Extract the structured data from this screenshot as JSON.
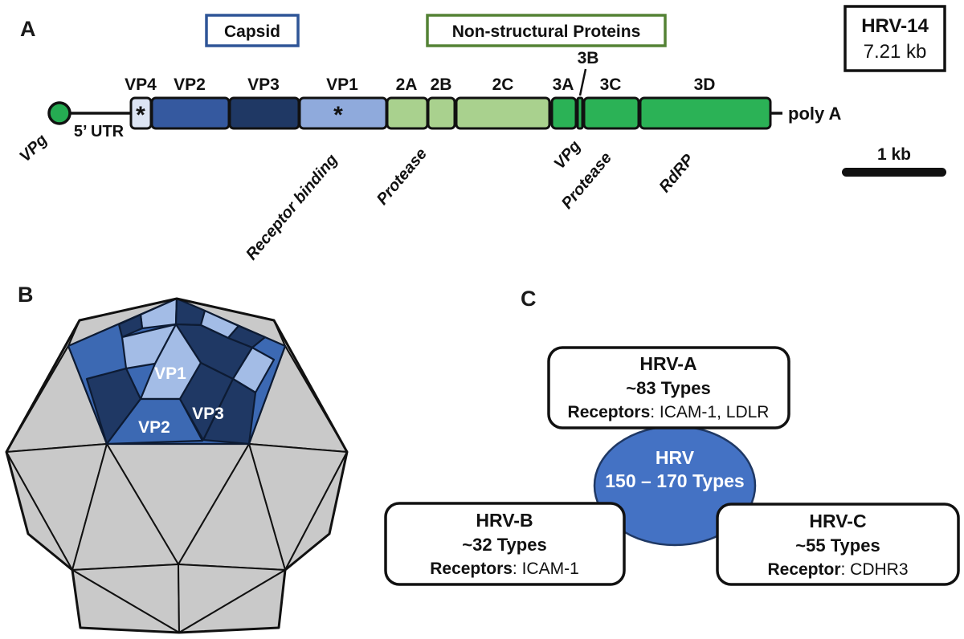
{
  "panel_a": {
    "label": "A",
    "capsid_group_label": "Capsid",
    "nonstructural_group_label": "Non-structural Proteins",
    "strain": {
      "name": "HRV-14",
      "genome_size": "7.21 kb"
    },
    "vpg_protein_label": "VPg",
    "five_prime_utr_label": "5’ UTR",
    "poly_a_label": "poly A",
    "scale_bar_label": "1 kb",
    "asterisk": "*",
    "colors": {
      "capsid_box_border": "#2f5597",
      "nonstructural_box_border": "#548235",
      "vpg_circle": "#25ab52",
      "light_green": "#a9d18e",
      "bright_green": "#2bb256"
    },
    "segments": [
      {
        "label": "VP4",
        "color": "#dce4f3"
      },
      {
        "label": "VP2",
        "color": "#35599f"
      },
      {
        "label": "VP3",
        "color": "#1f3864"
      },
      {
        "label": "VP1",
        "color": "#8faadc"
      },
      {
        "label": "2A",
        "color": "#a9d18e"
      },
      {
        "label": "2B",
        "color": "#a9d18e"
      },
      {
        "label": "2C",
        "color": "#a9d18e"
      },
      {
        "label": "3A",
        "color": "#2bb256"
      },
      {
        "label": "3B",
        "color": "#2bb256"
      },
      {
        "label": "3C",
        "color": "#2bb256"
      },
      {
        "label": "3D",
        "color": "#2bb256"
      }
    ],
    "function_annotations": [
      {
        "text": "Receptor binding"
      },
      {
        "text": "Protease"
      },
      {
        "text": "VPg"
      },
      {
        "text": "Protease"
      },
      {
        "text": "RdRP"
      }
    ]
  },
  "panel_b": {
    "label": "B",
    "facet_color": "#c9c9c9",
    "capsid_proteins": [
      {
        "label": "VP1",
        "color": "#a3bce6"
      },
      {
        "label": "VP2",
        "color": "#3c69b3"
      },
      {
        "label": "VP3",
        "color": "#1f3864"
      }
    ]
  },
  "panel_c": {
    "label": "C",
    "center_circle": {
      "title": "HRV",
      "subtitle": "150 – 170 Types",
      "color": "#4472c4"
    },
    "species": [
      {
        "name": "HRV-A",
        "types": "~83 Types",
        "receptor_label": "Receptors",
        "receptor_value": ": ICAM-1, LDLR"
      },
      {
        "name": "HRV-B",
        "types": "~32 Types",
        "receptor_label": "Receptors",
        "receptor_value": ": ICAM-1"
      },
      {
        "name": "HRV-C",
        "types": "~55 Types",
        "receptor_label": "Receptor",
        "receptor_value": ": CDHR3"
      }
    ]
  }
}
